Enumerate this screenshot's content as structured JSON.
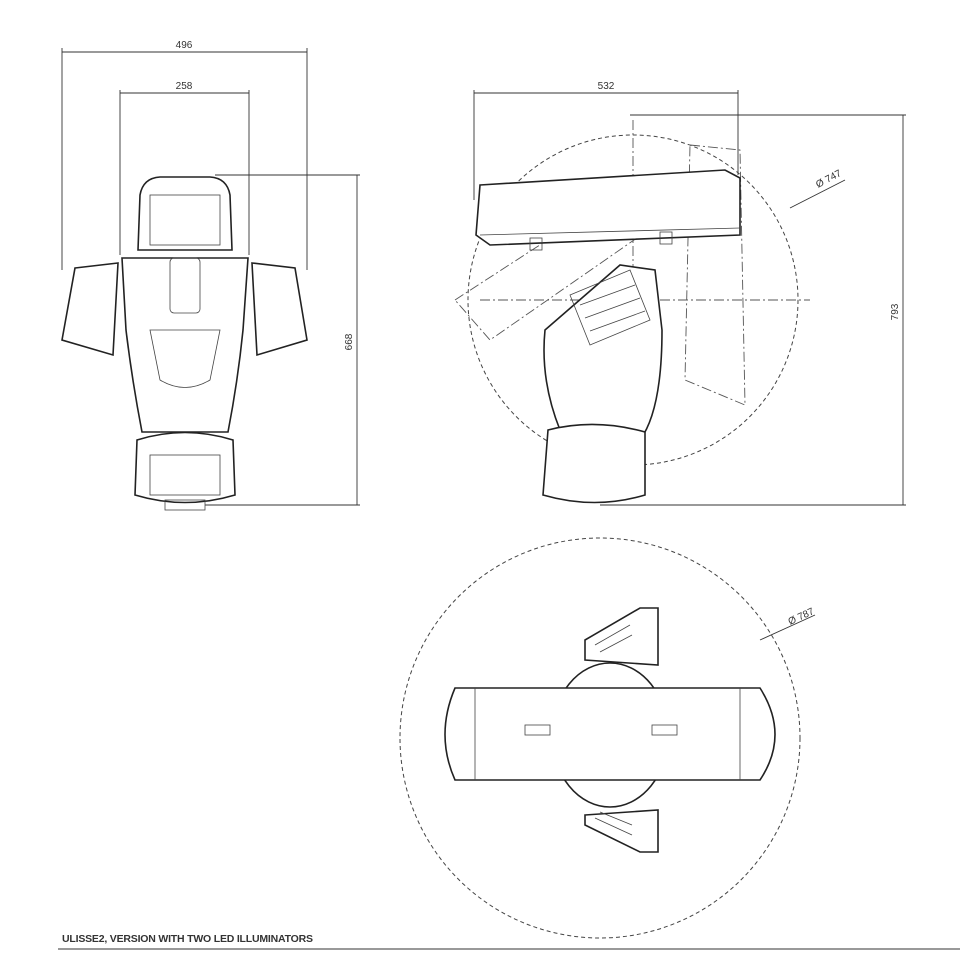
{
  "front_view": {
    "width_overall": "496",
    "width_housing": "258",
    "height": "668"
  },
  "side_view": {
    "width": "532",
    "swing_diameter": "Ø 747",
    "height": "793"
  },
  "top_view": {
    "swing_diameter": "Ø 787"
  },
  "caption": "ULISSE2, VERSION WITH TWO LED ILLUMINATORS"
}
